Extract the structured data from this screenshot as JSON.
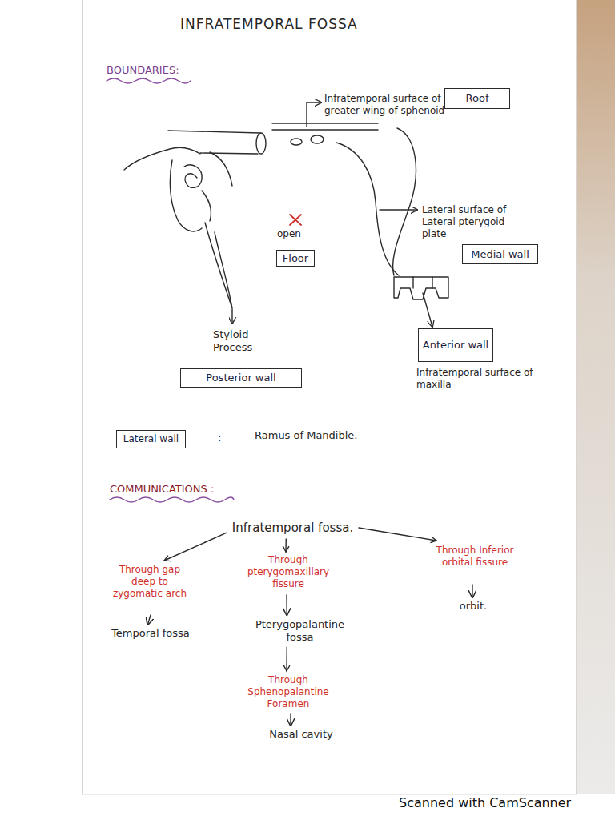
{
  "diagram": {
    "title": "INFRATEMPORAL FOSSA",
    "nodes": [
      {
        "text": [
          "Roof"
        ]
      },
      {
        "text": [
          "Medial wall"
        ]
      },
      {
        "text": [
          "Floor"
        ]
      },
      {
        "text": [
          "Anterior wall"
        ]
      },
      {
        "text": [
          "Posterior wall"
        ]
      },
      {
        "text": [
          "Lateral wall"
        ]
      },
      {
        "text": [
          "Infratemporal fossa."
        ]
      },
      {
        "text": [
          "Temporal fossa"
        ]
      },
      {
        "text": [
          "Pterygopalantine fossa"
        ]
      },
      {
        "text": [
          "orbit."
        ]
      },
      {
        "text": [
          "Nasal cavity"
        ]
      }
    ],
    "edges": [
      {
        "from": 6,
        "to": 7,
        "arrow": "to",
        "label": "Through gap deep to zygomatic arch"
      },
      {
        "from": 6,
        "to": 8,
        "arrow": "to",
        "label": "Through pterygomaxillary fissure"
      },
      {
        "from": 6,
        "to": 9,
        "arrow": "to",
        "label": "Through Inferior orbital fissure"
      },
      {
        "from": 8,
        "to": 10,
        "arrow": "to",
        "label": "Through Sphenopalantine Foramen"
      }
    ],
    "labels": [
      "BOUNDARIES:",
      "Infratemporal surface of greater wing of sphenoid",
      "open",
      "Lateral surface of Lateral pterygoid plate",
      "Styloid Process",
      "Infratemporal surface of maxilla",
      ":",
      "Ramus of Mandible.",
      "COMMUNICATIONS :",
      "Scanned with CamScanner"
    ]
  }
}
